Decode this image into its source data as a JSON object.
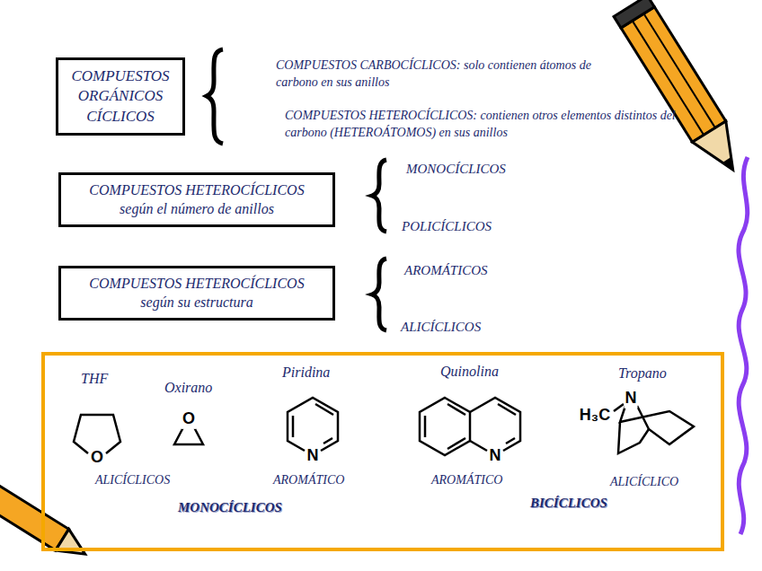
{
  "diagram": {
    "nodes": [
      {
        "text": [
          "COMPUESTOS ORGÁNICOS CÍCLICOS"
        ]
      },
      {
        "text": [
          "COMPUESTOS HETEROCÍCLICOS según el número de anillos"
        ]
      },
      {
        "text": [
          "COMPUESTOS HETEROCÍCLICOS según su estructura"
        ]
      },
      {
        "text": [
          "MONOCÍCLICOS",
          "BICÍCLICOS"
        ]
      }
    ],
    "labels": [
      "COMPUESTOS CARBOCÍCLICOS: solo contienen átomos de carbono en sus anillos",
      "COMPUESTOS HETEROCÍCLICOS: contienen otros elementos distintos del carbono (HETEROÁTOMOS) en sus anillos",
      "MONOCÍCLICOS",
      "POLICÍCLICOS",
      "AROMÁTICOS",
      "ALICÍCLICOS",
      "THF",
      "Oxirano",
      "Piridina",
      "Quinolina",
      "Tropano",
      "O",
      "O",
      "N",
      "N",
      "H₃C",
      "N",
      "ALICÍCLICOS",
      "AROMÁTICO",
      "AROMÁTICO",
      "ALICÍCLICO"
    ]
  }
}
